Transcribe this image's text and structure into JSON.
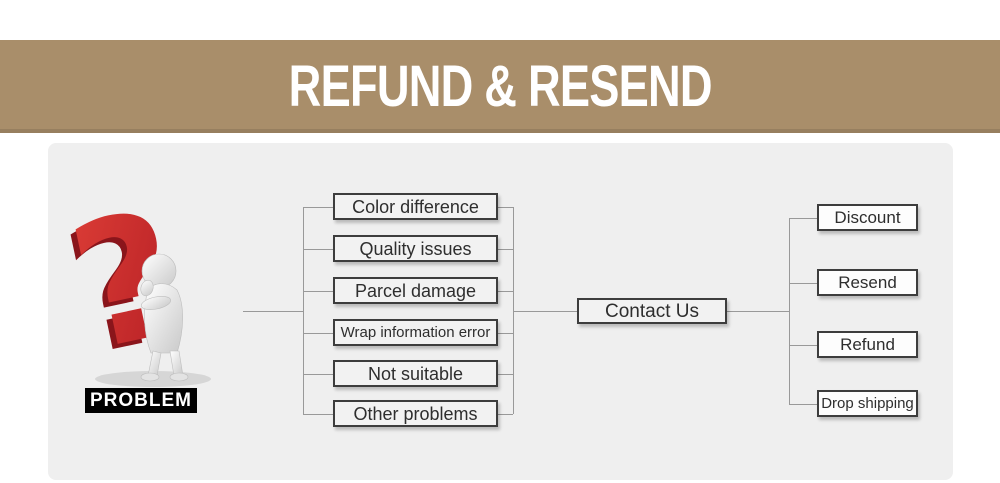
{
  "banner": {
    "title": "REFUND & RESEND"
  },
  "flowchart": {
    "problem_label": "PROBLEM",
    "problems": [
      {
        "label": "Color difference"
      },
      {
        "label": "Quality issues"
      },
      {
        "label": "Parcel damage"
      },
      {
        "label": "Wrap information error"
      },
      {
        "label": "Not suitable"
      },
      {
        "label": "Other problems"
      }
    ],
    "contact": {
      "label": "Contact Us"
    },
    "solutions": [
      {
        "label": "Discount"
      },
      {
        "label": "Resend"
      },
      {
        "label": "Refund"
      },
      {
        "label": "Drop shipping"
      }
    ]
  },
  "icons": {
    "illustration": "question-mark-person-icon"
  },
  "colors": {
    "banner_tan": "#a98e6a",
    "title_text": "#ffffff",
    "panel_gray": "#efefef",
    "box_border": "#3d3d3d",
    "box_bg_left": "#f2f2f2",
    "box_bg_right": "#fdfdfd",
    "text_dark": "#2e2e2e",
    "line_gray": "#999999",
    "question_red": "#c8242b",
    "question_red_dark": "#8a151b",
    "problem_label_bg": "#000000"
  }
}
